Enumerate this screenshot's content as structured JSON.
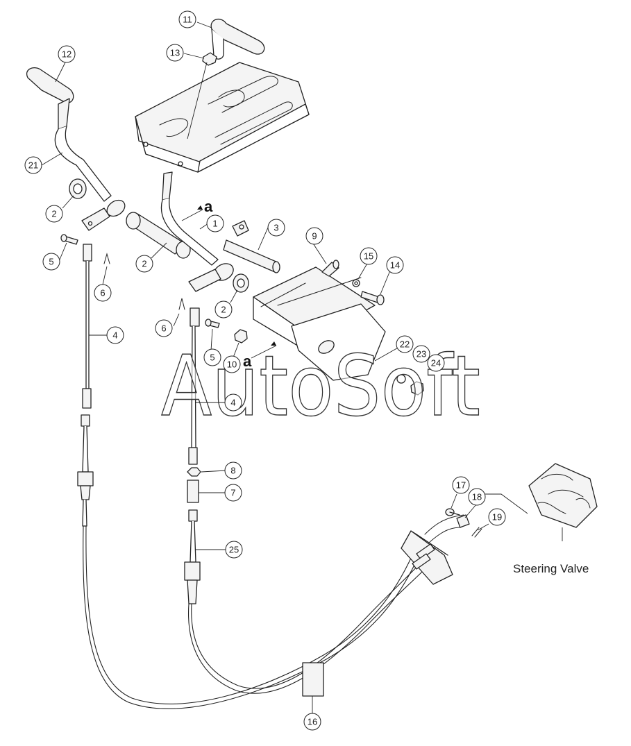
{
  "watermark": "AutoSoft",
  "caption": "Steering Valve",
  "markers": [
    "a",
    "a"
  ],
  "callouts": [
    "11",
    "13",
    "12",
    "21",
    "2",
    "1",
    "3",
    "5",
    "6",
    "2",
    "9",
    "15",
    "14",
    "2",
    "6",
    "4",
    "5",
    "10",
    "22",
    "23",
    "24",
    "4",
    "8",
    "7",
    "25",
    "17",
    "18",
    "19",
    "16"
  ]
}
